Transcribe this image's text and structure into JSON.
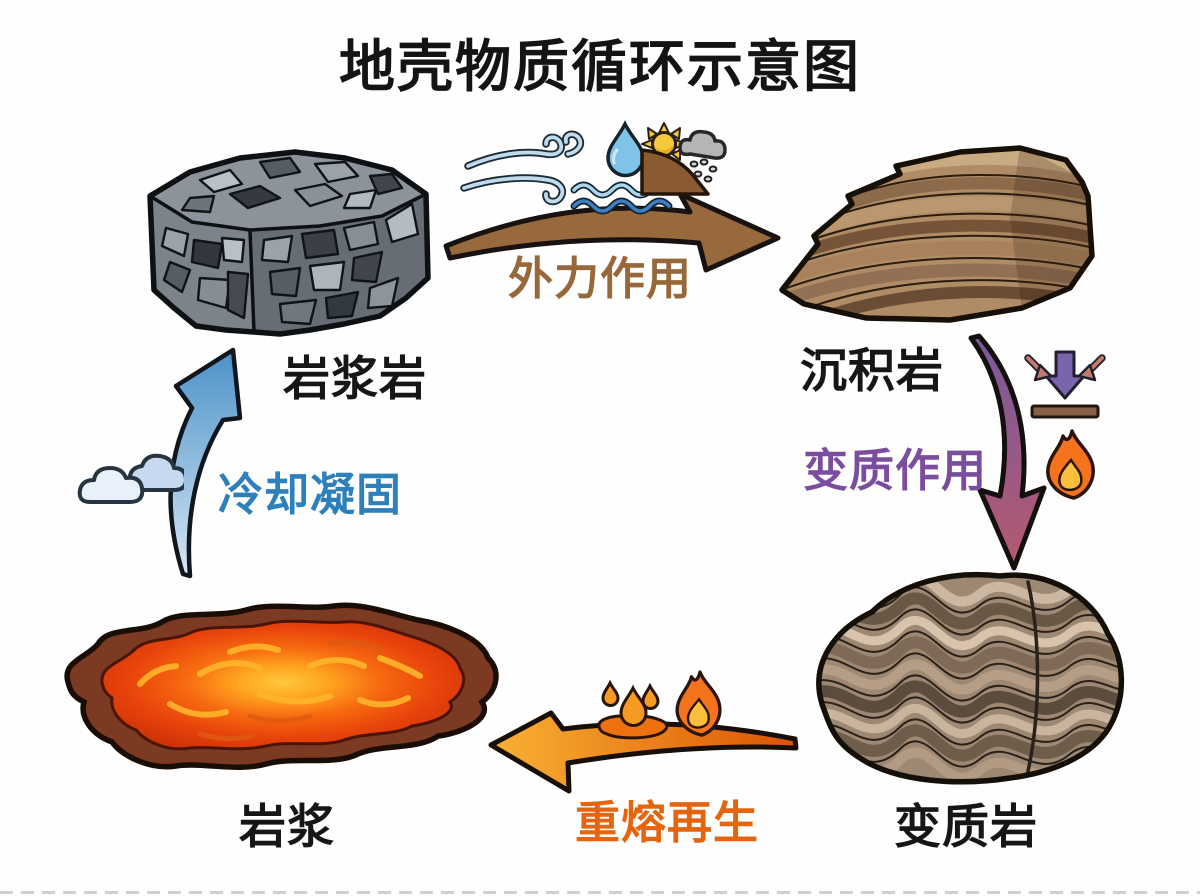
{
  "title": "地壳物质循环示意图",
  "nodes": {
    "igneous": {
      "label": "岩浆岩",
      "illustration": "gray-breccia-rock-cube"
    },
    "sedimentary": {
      "label": "沉积岩",
      "illustration": "brown-layered-rock"
    },
    "metamorphic": {
      "label": "变质岩",
      "illustration": "folded-banded-rock"
    },
    "magma": {
      "label": "岩浆",
      "illustration": "orange-lava-pool"
    }
  },
  "processes": {
    "weathering": {
      "label": "外力作用",
      "from": "igneous",
      "to": "sedimentary",
      "text_color": "#96683a",
      "arrow_color": "#98693c",
      "icons": [
        "wind-icon",
        "water-drop-waves-icon",
        "sun-rain-slope-icon"
      ]
    },
    "metamorphism": {
      "label": "变质作用",
      "from": "sedimentary",
      "to": "metamorphic",
      "text_color": "#7b4d9e",
      "arrow_colors": [
        "#7a599c",
        "#b5596f"
      ],
      "icons": [
        "pressure-icon",
        "fire-icon"
      ]
    },
    "remelting": {
      "label": "重熔再生",
      "from": "metamorphic",
      "to": "magma",
      "text_color": "#e4650e",
      "arrow_colors": [
        "#f9b133",
        "#dc5404"
      ],
      "icons": [
        "melt-drops-icon",
        "fire-icon"
      ]
    },
    "cooling": {
      "label": "冷却凝固",
      "from": "magma",
      "to": "igneous",
      "text_color": "#2e80ba",
      "arrow_colors": [
        "#4c92c8",
        "#d8e8f4"
      ],
      "icons": [
        "cloud-icon"
      ]
    }
  }
}
